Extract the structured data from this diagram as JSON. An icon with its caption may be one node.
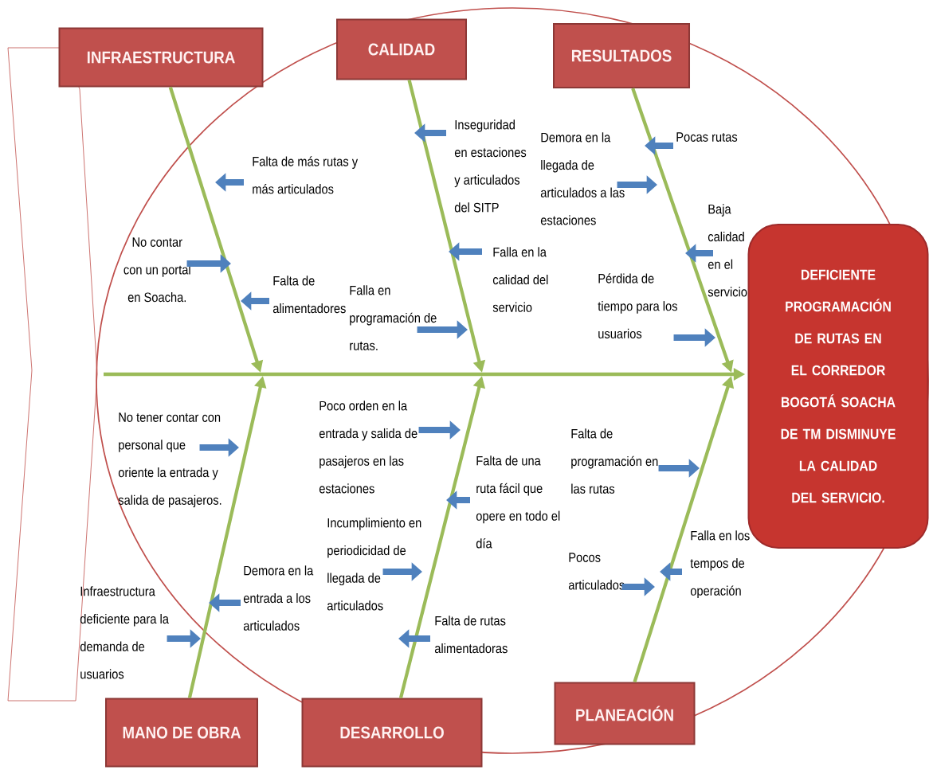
{
  "diagram": {
    "nodes": [
      {
        "text": [
          "INFRAESTRUCTURA"
        ]
      },
      {
        "text": [
          "CALIDAD"
        ]
      },
      {
        "text": [
          "RESULTADOS"
        ]
      },
      {
        "text": [
          "DEFICIENTE PROGRAMACIÓN DE RUTAS EN EL CORREDOR BOGOTÁ SOACHA DE TM DISMINUYE LA CALIDAD DEL SERVICIO."
        ]
      },
      {
        "text": [
          "Falta de más rutas y más articulados"
        ]
      },
      {
        "text": [
          "Inseguridad en estaciones y articulados del SITP"
        ]
      },
      {
        "text": [
          "Demora en la llegada de articulados a las estaciones"
        ]
      },
      {
        "text": [
          "Pocas rutas"
        ]
      },
      {
        "text": [
          "No contar con un portal en Soacha."
        ]
      },
      {
        "text": [
          "Baja calidad en el servicio"
        ]
      },
      {
        "text": [
          "Falla en la calidad del servicio"
        ]
      },
      {
        "text": [
          "Falta de alimentadores"
        ]
      },
      {
        "text": [
          "Falla en programación de rutas."
        ]
      },
      {
        "text": [
          "Pérdida de tiempo para los usuarios"
        ]
      },
      {
        "text": [
          "Poco orden en la entrada y salida de pasajeros en las estaciones"
        ]
      },
      {
        "text": [
          "No tener contar con personal que oriente la entrada y salida de pasajeros."
        ]
      },
      {
        "text": [
          "Falta de una ruta fácil que opere en todo el día"
        ]
      },
      {
        "text": [
          "Falta de programación en las rutas"
        ]
      },
      {
        "text": [
          "Incumplimiento en periodicidad de llegada de articulados"
        ]
      },
      {
        "text": [
          "Falla en los tempos de operación"
        ]
      },
      {
        "text": [
          "Pocos articulados"
        ]
      },
      {
        "text": [
          "Demora en la entrada a los articulados"
        ]
      },
      {
        "text": [
          "Infraestructura deficiente para la demanda de usuarios"
        ]
      },
      {
        "text": [
          "Falta de rutas alimentadoras"
        ]
      },
      {
        "text": [
          "MANO DE OBRA"
        ]
      },
      {
        "text": [
          "DESARROLLO"
        ]
      },
      {
        "text": [
          "PLANEACIÓN"
        ]
      }
    ],
    "edges": [
      {
        "from": 0,
        "to": null,
        "arrow": "to",
        "color": "#9bbb59"
      },
      {
        "from": 1,
        "to": null,
        "arrow": "to",
        "color": "#9bbb59"
      },
      {
        "from": 2,
        "to": null,
        "arrow": "to",
        "color": "#9bbb59"
      },
      {
        "from": 24,
        "to": null,
        "arrow": "to",
        "color": "#9bbb59"
      },
      {
        "from": 25,
        "to": null,
        "arrow": "to",
        "color": "#9bbb59"
      },
      {
        "from": 26,
        "to": null,
        "arrow": "to",
        "color": "#9bbb59"
      },
      {
        "from": null,
        "to": 3,
        "arrow": "to",
        "color": "#9bbb59"
      },
      {
        "from": 4,
        "to": null,
        "arrow": "to"
      },
      {
        "from": 5,
        "to": null,
        "arrow": "to"
      },
      {
        "from": 6,
        "to": null,
        "arrow": "to"
      },
      {
        "from": 7,
        "to": null,
        "arrow": "to"
      },
      {
        "from": 8,
        "to": null,
        "arrow": "to"
      },
      {
        "from": 9,
        "to": null,
        "arrow": "to"
      },
      {
        "from": 10,
        "to": null,
        "arrow": "to"
      },
      {
        "from": 11,
        "to": null,
        "arrow": "to"
      },
      {
        "from": 12,
        "to": null,
        "arrow": "to"
      },
      {
        "from": 13,
        "to": null,
        "arrow": "to"
      },
      {
        "from": 14,
        "to": null,
        "arrow": "to"
      },
      {
        "from": 15,
        "to": null,
        "arrow": "to"
      },
      {
        "from": 16,
        "to": null,
        "arrow": "to"
      },
      {
        "from": 17,
        "to": null,
        "arrow": "to"
      },
      {
        "from": 18,
        "to": null,
        "arrow": "to"
      },
      {
        "from": 19,
        "to": null,
        "arrow": "to"
      },
      {
        "from": 20,
        "to": null,
        "arrow": "to"
      },
      {
        "from": 21,
        "to": null,
        "arrow": "to"
      },
      {
        "from": 22,
        "to": null,
        "arrow": "to"
      },
      {
        "from": 23,
        "to": null,
        "arrow": "to"
      }
    ]
  }
}
